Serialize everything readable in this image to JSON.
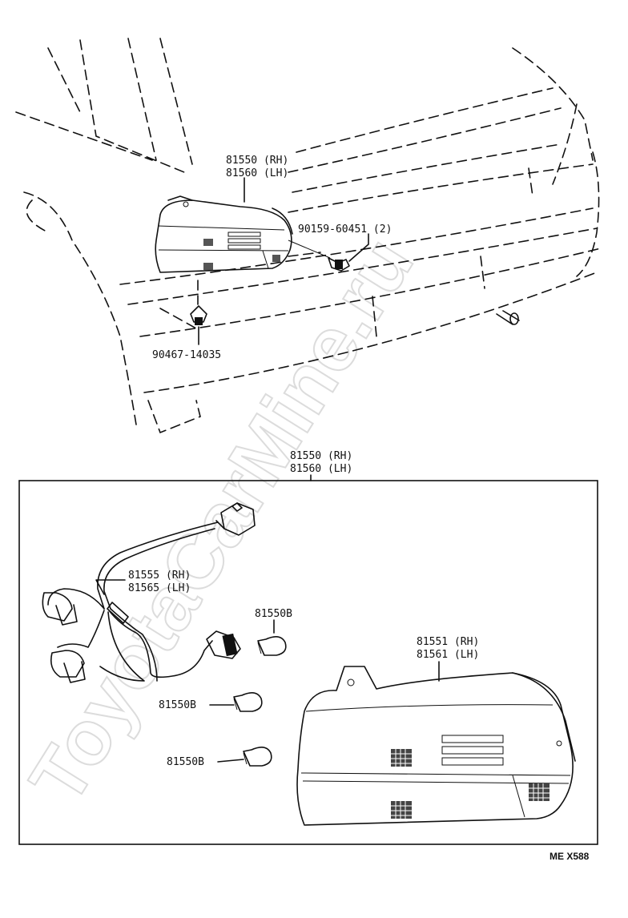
{
  "watermark": "ToyotaCarMine.ru",
  "labels": {
    "lamp_assy_top_rh": "81550 (RH)",
    "lamp_assy_top_lh": "81560 (LH)",
    "screw": "90159-60451 (2)",
    "clip": "90467-14035",
    "lamp_assy_box_rh": "81550 (RH)",
    "lamp_assy_box_lh": "81560 (LH)",
    "socket_wire_rh": "81555 (RH)",
    "socket_wire_lh": "81565 (LH)",
    "bulb_1": "81550B",
    "bulb_2": "81550B",
    "bulb_3": "81550B",
    "lens_rh": "81551 (RH)",
    "lens_lh": "81561 (LH)",
    "figure_code": "ME X588"
  }
}
